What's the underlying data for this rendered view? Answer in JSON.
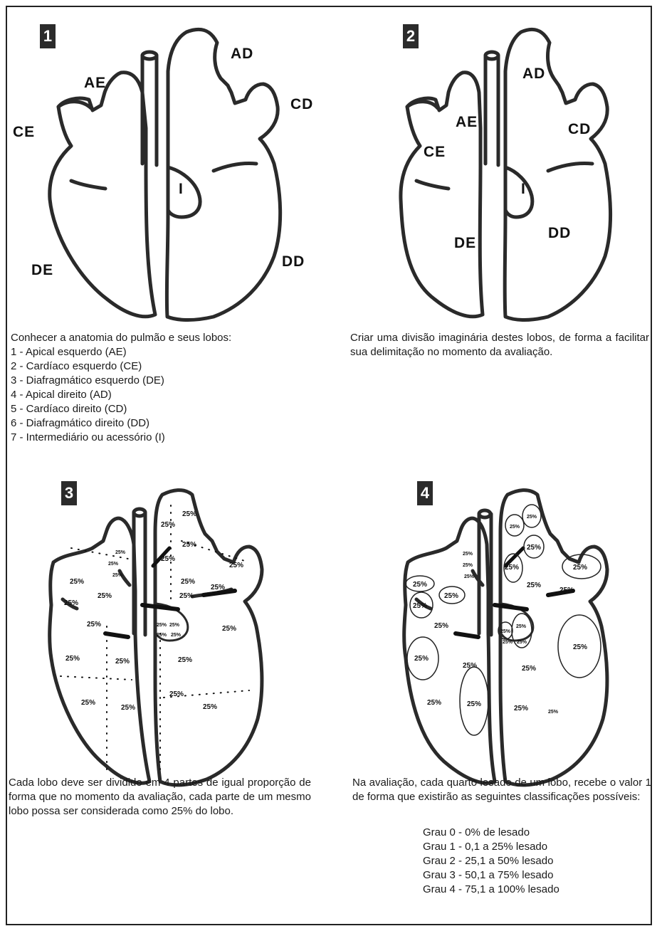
{
  "panels": [
    {
      "number": "1",
      "labels": {
        "AE": "AE",
        "CE": "CE",
        "DE": "DE",
        "AD": "AD",
        "CD": "CD",
        "DD": "DD",
        "I": "I"
      },
      "caption_title": "Conhecer a anatomia do pulmão e seus lobos:",
      "caption_items": [
        "1 - Apical esquerdo (AE)",
        "2 - Cardíaco esquerdo (CE)",
        "3 - Diafragmático esquerdo (DE)",
        "4 - Apical direito (AD)",
        "5 - Cardíaco direito (CD)",
        "6 - Diafragmático direito (DD)",
        "7 - Intermediário ou acessório (I)"
      ]
    },
    {
      "number": "2",
      "labels": {
        "AE": "AE",
        "CE": "CE",
        "DE": "DE",
        "AD": "AD",
        "CD": "CD",
        "DD": "DD",
        "I": "I"
      },
      "caption": "Criar uma divisão imaginária destes lobos, de forma a facilitar sua delimitação no momento da avaliação."
    },
    {
      "number": "3",
      "quarter_label": "25%",
      "caption": "Cada lobo deve ser dividido em 4 partes de igual proporção de forma que no momento da avaliação, cada parte de um mesmo lobo possa ser considerada como 25% do lobo."
    },
    {
      "number": "4",
      "quarter_label": "25%",
      "caption": "Na avaliação, cada quarto lesado de um lobo, recebe o valor 1 de forma que existirão as seguintes classificações possíveis:",
      "grades": [
        "Grau 0 - 0% de lesado",
        "Grau 1 - 0,1 a 25% lesado",
        "Grau 2 - 25,1 a 50% lesado",
        "Grau 3 - 50,1 a 75% lesado",
        "Grau 4 - 75,1 a 100% lesado"
      ]
    }
  ]
}
